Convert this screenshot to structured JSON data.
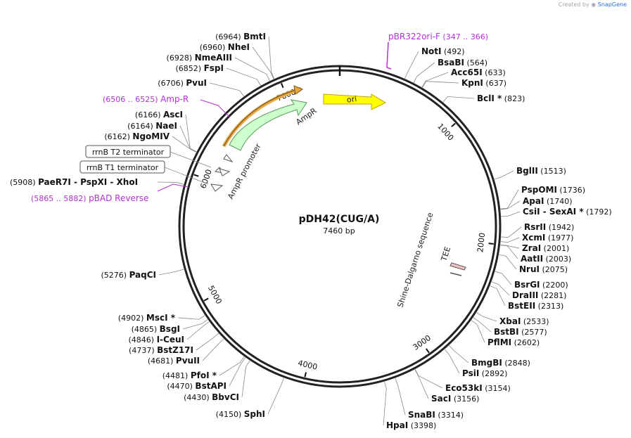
{
  "branding": {
    "created_by": "Created by",
    "brand": "SnapGene"
  },
  "plasmid": {
    "name": "pDH42(CUG/A)",
    "size_label": "7460 bp",
    "length": 7460
  },
  "ticks": [
    {
      "pos": 1000,
      "label": "1000"
    },
    {
      "pos": 2000,
      "label": "2000"
    },
    {
      "pos": 3000,
      "label": "3000"
    },
    {
      "pos": 4000,
      "label": "4000"
    },
    {
      "pos": 5000,
      "label": "5000"
    },
    {
      "pos": 6000,
      "label": "6000"
    },
    {
      "pos": 7000,
      "label": "7000"
    }
  ],
  "features": [
    {
      "name": "ori",
      "label": "ori",
      "color": "#ffff00",
      "stroke": "#c8a000"
    },
    {
      "name": "AmpR",
      "label": "AmpR",
      "color": "#ccffcc",
      "stroke": "#5a9a5a"
    },
    {
      "name": "AmpR promoter",
      "label": "AmpR promoter",
      "color": "#ffffff",
      "stroke": "#555555"
    },
    {
      "name": "Shine-Dalgarno sequence",
      "label": "Shine-Dalgarno sequence",
      "color": "#ffffff",
      "stroke": "#555555"
    },
    {
      "name": "TEE",
      "label": "TEE",
      "color": "#f4c2c2",
      "stroke": "#555555"
    },
    {
      "name": "Amp-R primer",
      "label": "Amp-R",
      "color": "#b034d0",
      "stroke": "#b034d0"
    }
  ],
  "left_sites": [
    {
      "num": "(6964)",
      "name": "BmtI",
      "star": ""
    },
    {
      "num": "(6960)",
      "name": "NheI",
      "star": ""
    },
    {
      "num": "(6928)",
      "name": "NmeAIII",
      "star": ""
    },
    {
      "num": "(6852)",
      "name": "FspI",
      "star": ""
    },
    {
      "num": "(6706)",
      "name": "PvuI",
      "star": ""
    },
    {
      "num": "(6166)",
      "name": "AscI",
      "star": ""
    },
    {
      "num": "(6164)",
      "name": "NaeI",
      "star": ""
    },
    {
      "num": "(6162)",
      "name": "NgoMIV",
      "star": ""
    },
    {
      "num": "(5276)",
      "name": "PaqCI",
      "star": ""
    },
    {
      "num": "(4902)",
      "name": "MscI",
      "star": "*"
    },
    {
      "num": "(4865)",
      "name": "BsgI",
      "star": ""
    },
    {
      "num": "(4846)",
      "name": "I-CeuI",
      "star": ""
    },
    {
      "num": "(4737)",
      "name": "BstZ17I",
      "star": ""
    },
    {
      "num": "(4681)",
      "name": "PvuII",
      "star": ""
    },
    {
      "num": "(4481)",
      "name": "PfoI",
      "star": "*"
    },
    {
      "num": "(4470)",
      "name": "BstAPI",
      "star": ""
    },
    {
      "num": "(4430)",
      "name": "BbvCI",
      "star": ""
    },
    {
      "num": "(4150)",
      "name": "SphI",
      "star": ""
    }
  ],
  "right_sites": [
    {
      "num": "(492)",
      "name": "NotI",
      "star": ""
    },
    {
      "num": "(564)",
      "name": "BsaBI",
      "star": ""
    },
    {
      "num": "(633)",
      "name": "Acc65I",
      "star": ""
    },
    {
      "num": "(637)",
      "name": "KpnI",
      "star": ""
    },
    {
      "num": "(823)",
      "name": "BclI",
      "star": "*"
    },
    {
      "num": "(1513)",
      "name": "BglII",
      "star": ""
    },
    {
      "num": "(1736)",
      "name": "PspOMI",
      "star": ""
    },
    {
      "num": "(1740)",
      "name": "ApaI",
      "star": ""
    },
    {
      "num": "(1792)",
      "name": "CsiI  -  SexAI",
      "star": "*"
    },
    {
      "num": "(1942)",
      "name": "RsrII",
      "star": ""
    },
    {
      "num": "(1977)",
      "name": "XcmI",
      "star": ""
    },
    {
      "num": "(2001)",
      "name": "ZraI",
      "star": ""
    },
    {
      "num": "(2003)",
      "name": "AatII",
      "star": ""
    },
    {
      "num": "(2075)",
      "name": "NruI",
      "star": ""
    },
    {
      "num": "(2200)",
      "name": "BsrGI",
      "star": ""
    },
    {
      "num": "(2281)",
      "name": "DraIII",
      "star": ""
    },
    {
      "num": "(2313)",
      "name": "BstEII",
      "star": ""
    },
    {
      "num": "(2533)",
      "name": "XbaI",
      "star": ""
    },
    {
      "num": "(2577)",
      "name": "BstBI",
      "star": ""
    },
    {
      "num": "(2602)",
      "name": "PflMI",
      "star": ""
    },
    {
      "num": "(2848)",
      "name": "BmgBI",
      "star": ""
    },
    {
      "num": "(2892)",
      "name": "PsiI",
      "star": ""
    },
    {
      "num": "(3154)",
      "name": "Eco53kI",
      "star": ""
    },
    {
      "num": "(3156)",
      "name": "SacI",
      "star": ""
    },
    {
      "num": "(3314)",
      "name": "SnaBI",
      "star": ""
    },
    {
      "num": "(3398)",
      "name": "HpaI",
      "star": ""
    }
  ],
  "multi_site": {
    "num": "(5908)",
    "name": "PaeR7I  -  PspXI  -  XhoI"
  },
  "primers": [
    {
      "name": "pBR322ori-F",
      "range": "(347 .. 366)"
    },
    {
      "name": "Amp-R",
      "range": "(6506 .. 6525)"
    },
    {
      "name": "pBAD Reverse",
      "range": "(5865 .. 5882)"
    }
  ],
  "terminators": [
    {
      "label": "rrnB T2 terminator"
    },
    {
      "label": "rrnB T1 terminator"
    }
  ],
  "colors": {
    "primer": "#b034d0",
    "ring": "#222222",
    "leader": "#888888"
  }
}
